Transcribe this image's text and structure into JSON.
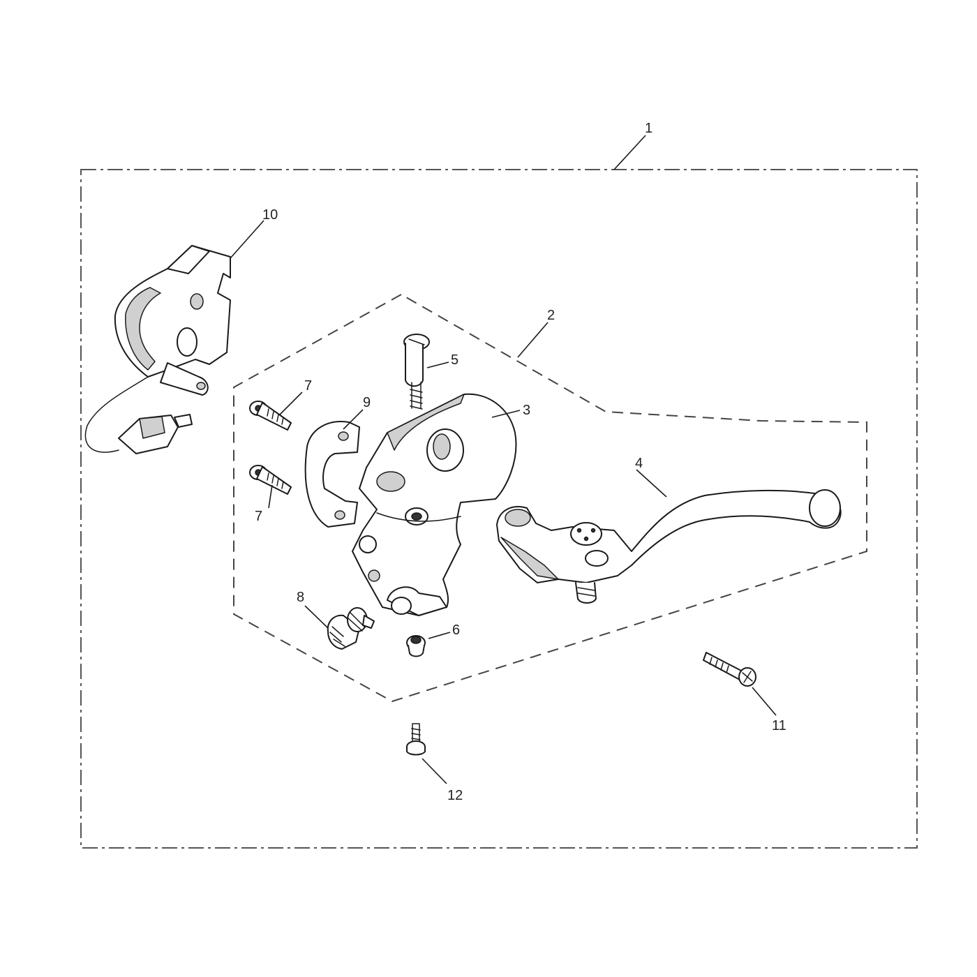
{
  "diagram": {
    "callouts": [
      {
        "id": "1",
        "text": "1"
      },
      {
        "id": "2",
        "text": "2"
      },
      {
        "id": "3",
        "text": "3"
      },
      {
        "id": "4",
        "text": "4"
      },
      {
        "id": "5",
        "text": "5"
      },
      {
        "id": "6",
        "text": "6"
      },
      {
        "id": "7a",
        "text": "7"
      },
      {
        "id": "7b",
        "text": "7"
      },
      {
        "id": "8",
        "text": "8"
      },
      {
        "id": "9",
        "text": "9"
      },
      {
        "id": "10",
        "text": "10"
      },
      {
        "id": "11",
        "text": "11"
      },
      {
        "id": "12",
        "text": "12"
      }
    ]
  }
}
